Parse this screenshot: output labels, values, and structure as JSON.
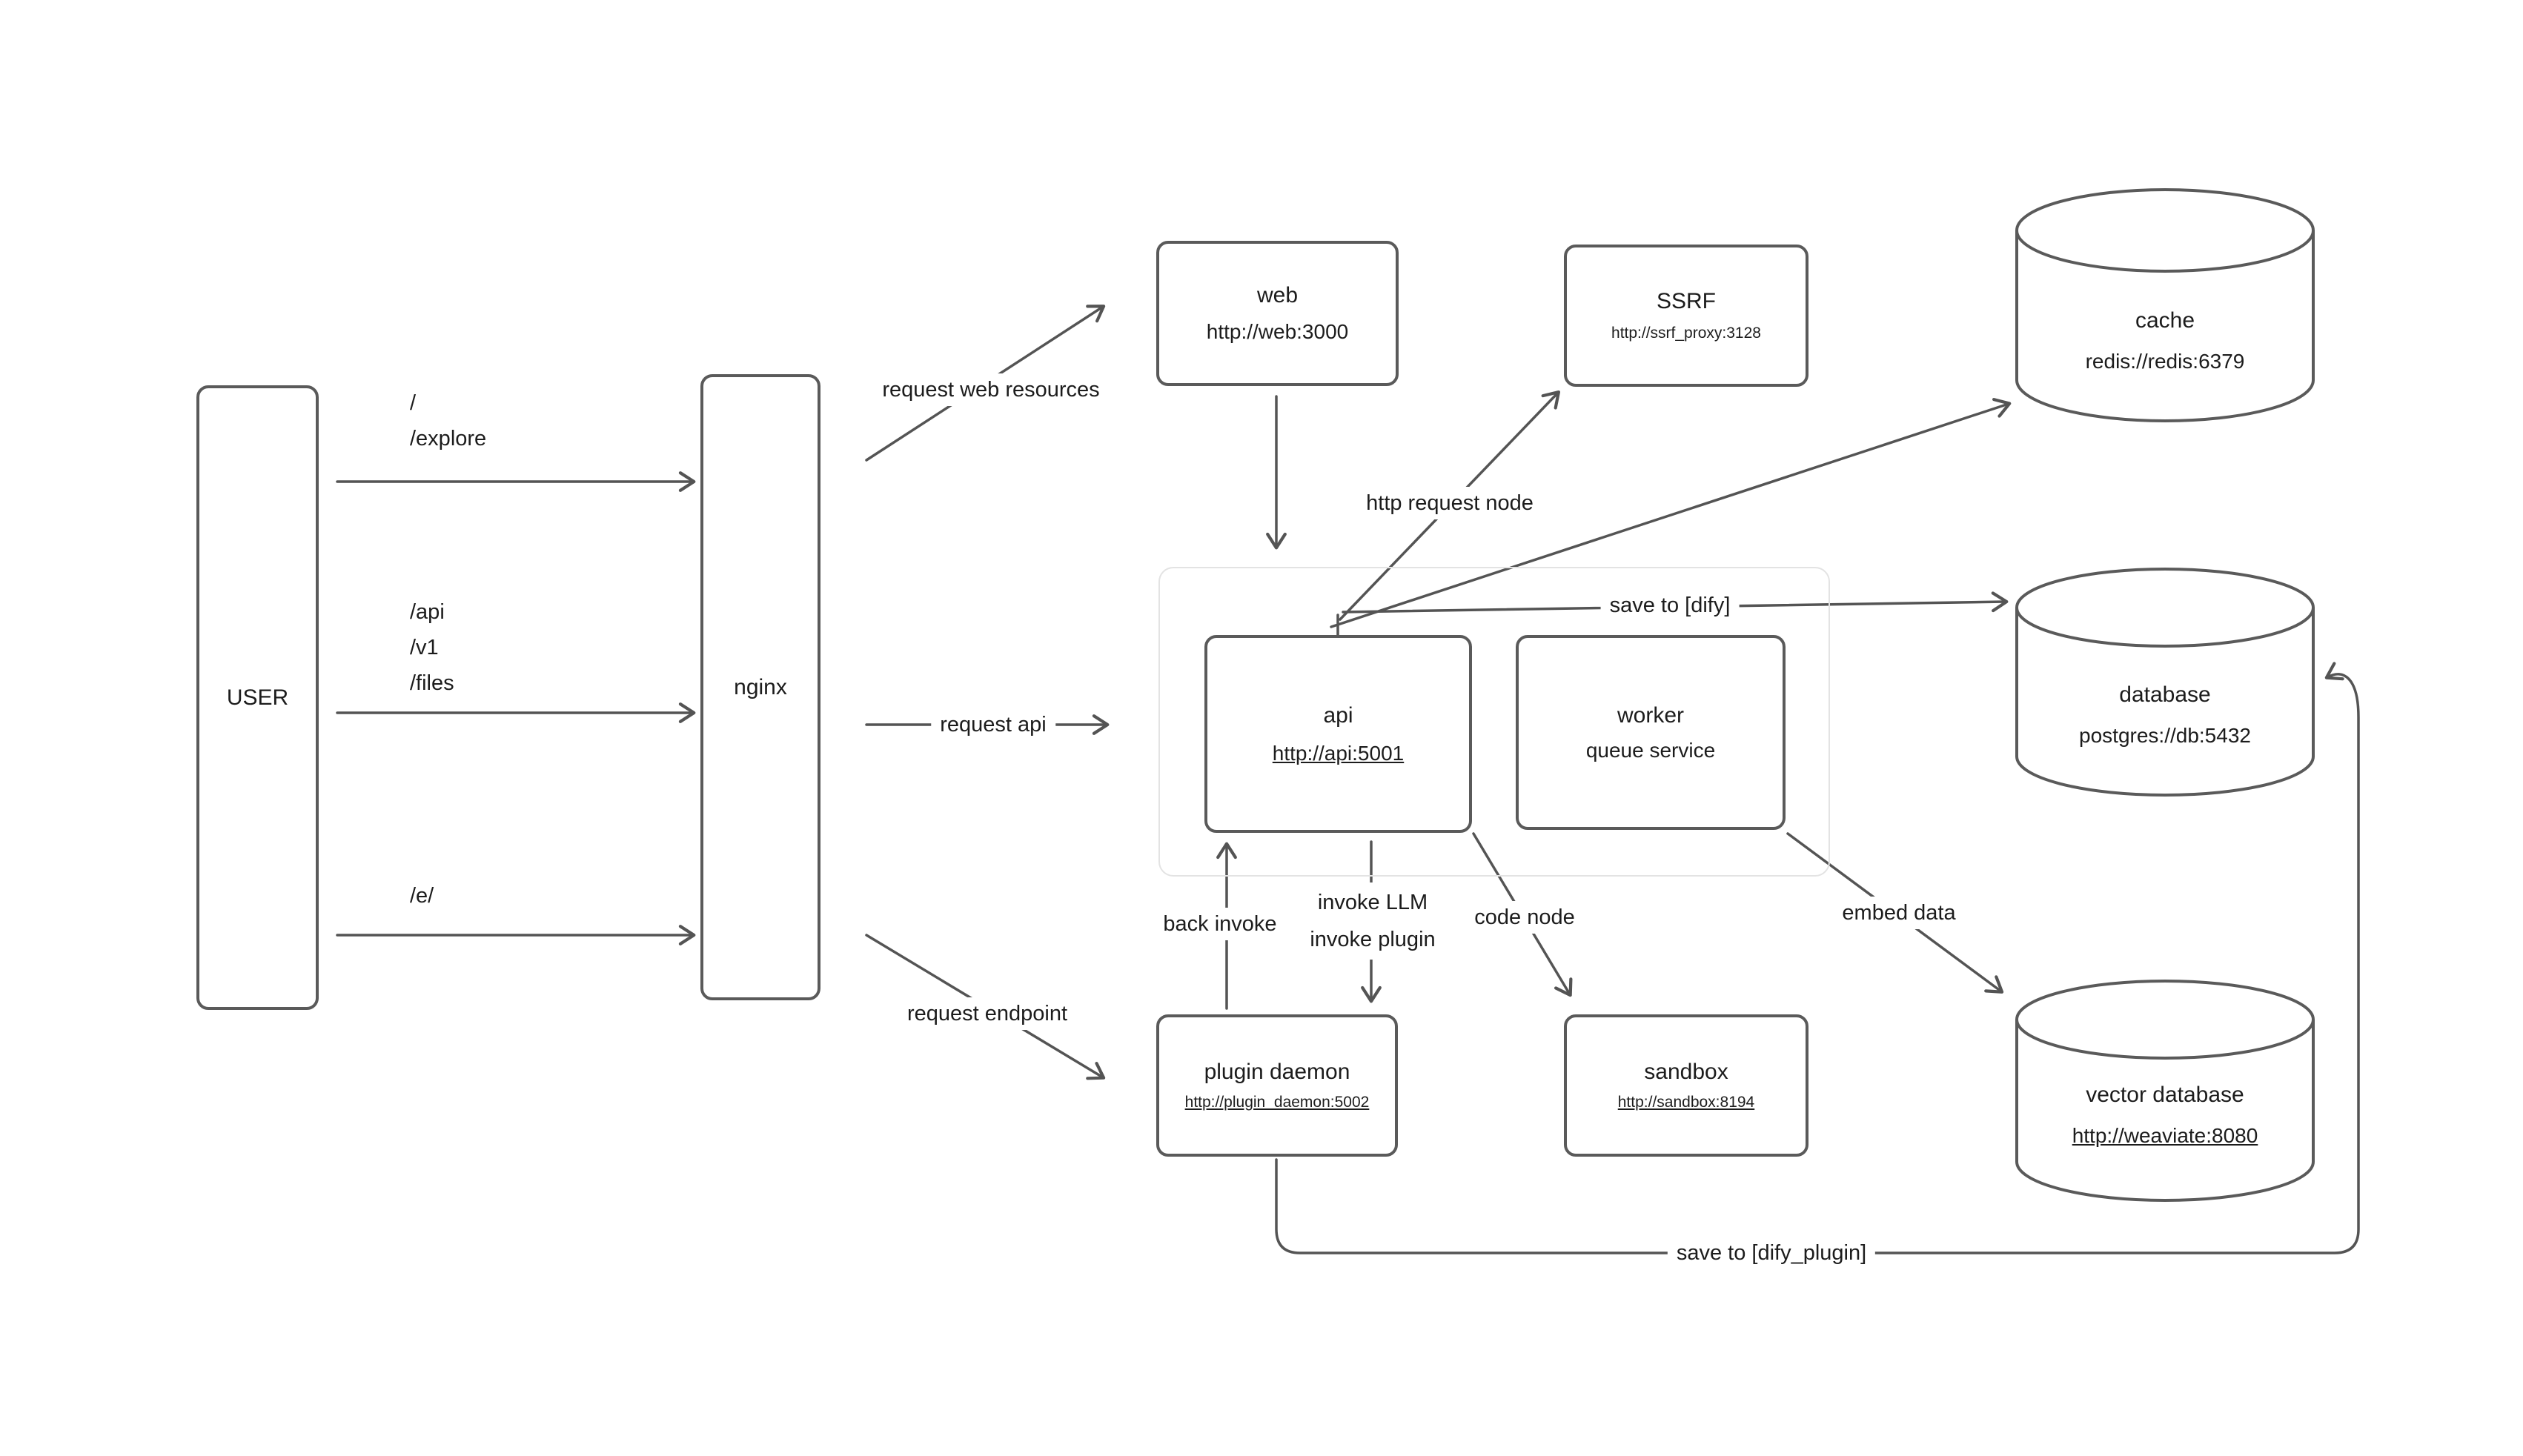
{
  "nodes": {
    "user": {
      "label": "USER"
    },
    "nginx": {
      "label": "nginx"
    },
    "web": {
      "title": "web",
      "url": "http://web:3000"
    },
    "ssrf": {
      "title": "SSRF",
      "url": "http://ssrf_proxy:3128"
    },
    "cache": {
      "title": "cache",
      "url": "redis://redis:6379"
    },
    "api": {
      "title": "api",
      "url": "http://api:5001"
    },
    "worker": {
      "title": "worker",
      "subtitle": "queue service"
    },
    "database": {
      "title": "database",
      "url": "postgres://db:5432"
    },
    "plugin_daemon": {
      "title": "plugin daemon",
      "url": "http://plugin_daemon:5002"
    },
    "sandbox": {
      "title": "sandbox",
      "url": "http://sandbox:8194"
    },
    "vector_database": {
      "title": "vector database",
      "url": "http://weaviate:8080"
    }
  },
  "edge_labels": {
    "user_web_paths": {
      "line1": "/",
      "line2": "/explore"
    },
    "user_api_paths": {
      "line1": "/api",
      "line2": "/v1",
      "line3": "/files"
    },
    "user_plugin_path": "/e/",
    "request_web": "request web resources",
    "request_api": "request api",
    "request_endpoint": "request endpoint",
    "http_request_node": "http request node",
    "save_dify": "save to [dify]",
    "back_invoke": "back invoke",
    "invoke_llm": "invoke LLM",
    "invoke_plugin": "invoke plugin",
    "code_node": "code node",
    "embed_data": "embed data",
    "save_dify_plugin": "save to [dify_plugin]"
  },
  "colors": {
    "edge_stroke": "#545454",
    "box_border": "#5a5a5a",
    "text": "#1c1c1c",
    "group_border": "#e3e3e3",
    "background": "#ffffff"
  }
}
